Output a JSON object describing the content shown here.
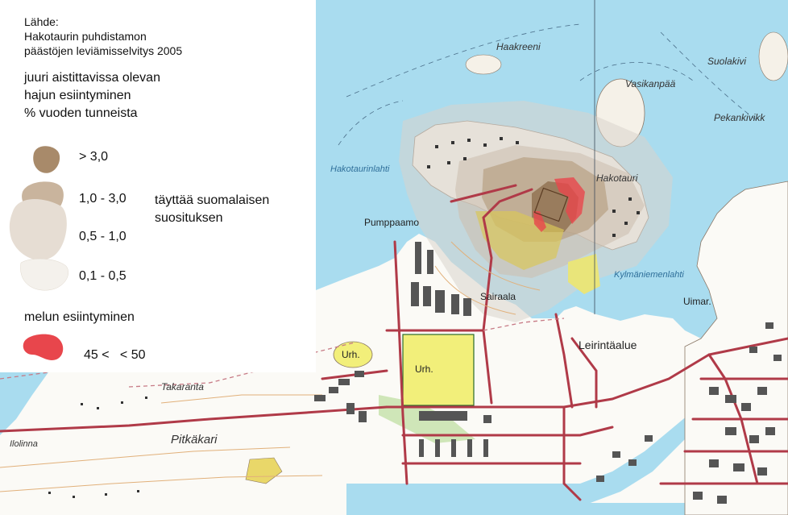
{
  "legend": {
    "source_lines": [
      "Lähde:",
      "Hakotaurin puhdistamon",
      "päästöjen leviämisselvitys 2005"
    ],
    "description_lines": [
      "juuri aistittavissa olevan",
      "hajun esiintyminen",
      "% vuoden tunneista"
    ],
    "odor_classes": [
      {
        "label": "> 3,0",
        "color": "#a88a6a"
      },
      {
        "label": "1,0 - 3,0",
        "color": "#c9b49d"
      },
      {
        "label": "0,5 - 1,0",
        "color": "#e6ddd3"
      },
      {
        "label": "0,1 - 0,5",
        "color": "#f4f1ec"
      }
    ],
    "recommendation_note_lines": [
      "täyttää suomalaisen",
      "suosituksen"
    ],
    "noise_title": "melun esiintyminen",
    "noise_label": "45 <   < 50",
    "noise_color": "#e8464c"
  },
  "map": {
    "colors": {
      "water": "#a9dcef",
      "land": "#fbfaf6",
      "road": "#b03a48",
      "building": "#555555",
      "field": "#f2ef7a"
    },
    "labels": {
      "haakreeni": "Haakreeni",
      "vasikanpaa": "Vasikanpää",
      "suolakivi": "Suolakivi",
      "pekankivikko": "Pekankivikk",
      "hakotaurinlahti": "Hakotaurinlahti",
      "hakotauri": "Hakotauri",
      "pumppaamo": "Pumppaamo",
      "sairaala": "Sairaala",
      "kylmaniemenlahti": "Kylmäniemenlahti",
      "uimar": "Uimar.",
      "leirintaalue": "Leirintäalue",
      "urh1": "Urh.",
      "urh2": "Urh.",
      "takaranta": "Takaranta",
      "pitkakari": "Pitkäkari",
      "ilolinna": "Ilolinna"
    }
  }
}
